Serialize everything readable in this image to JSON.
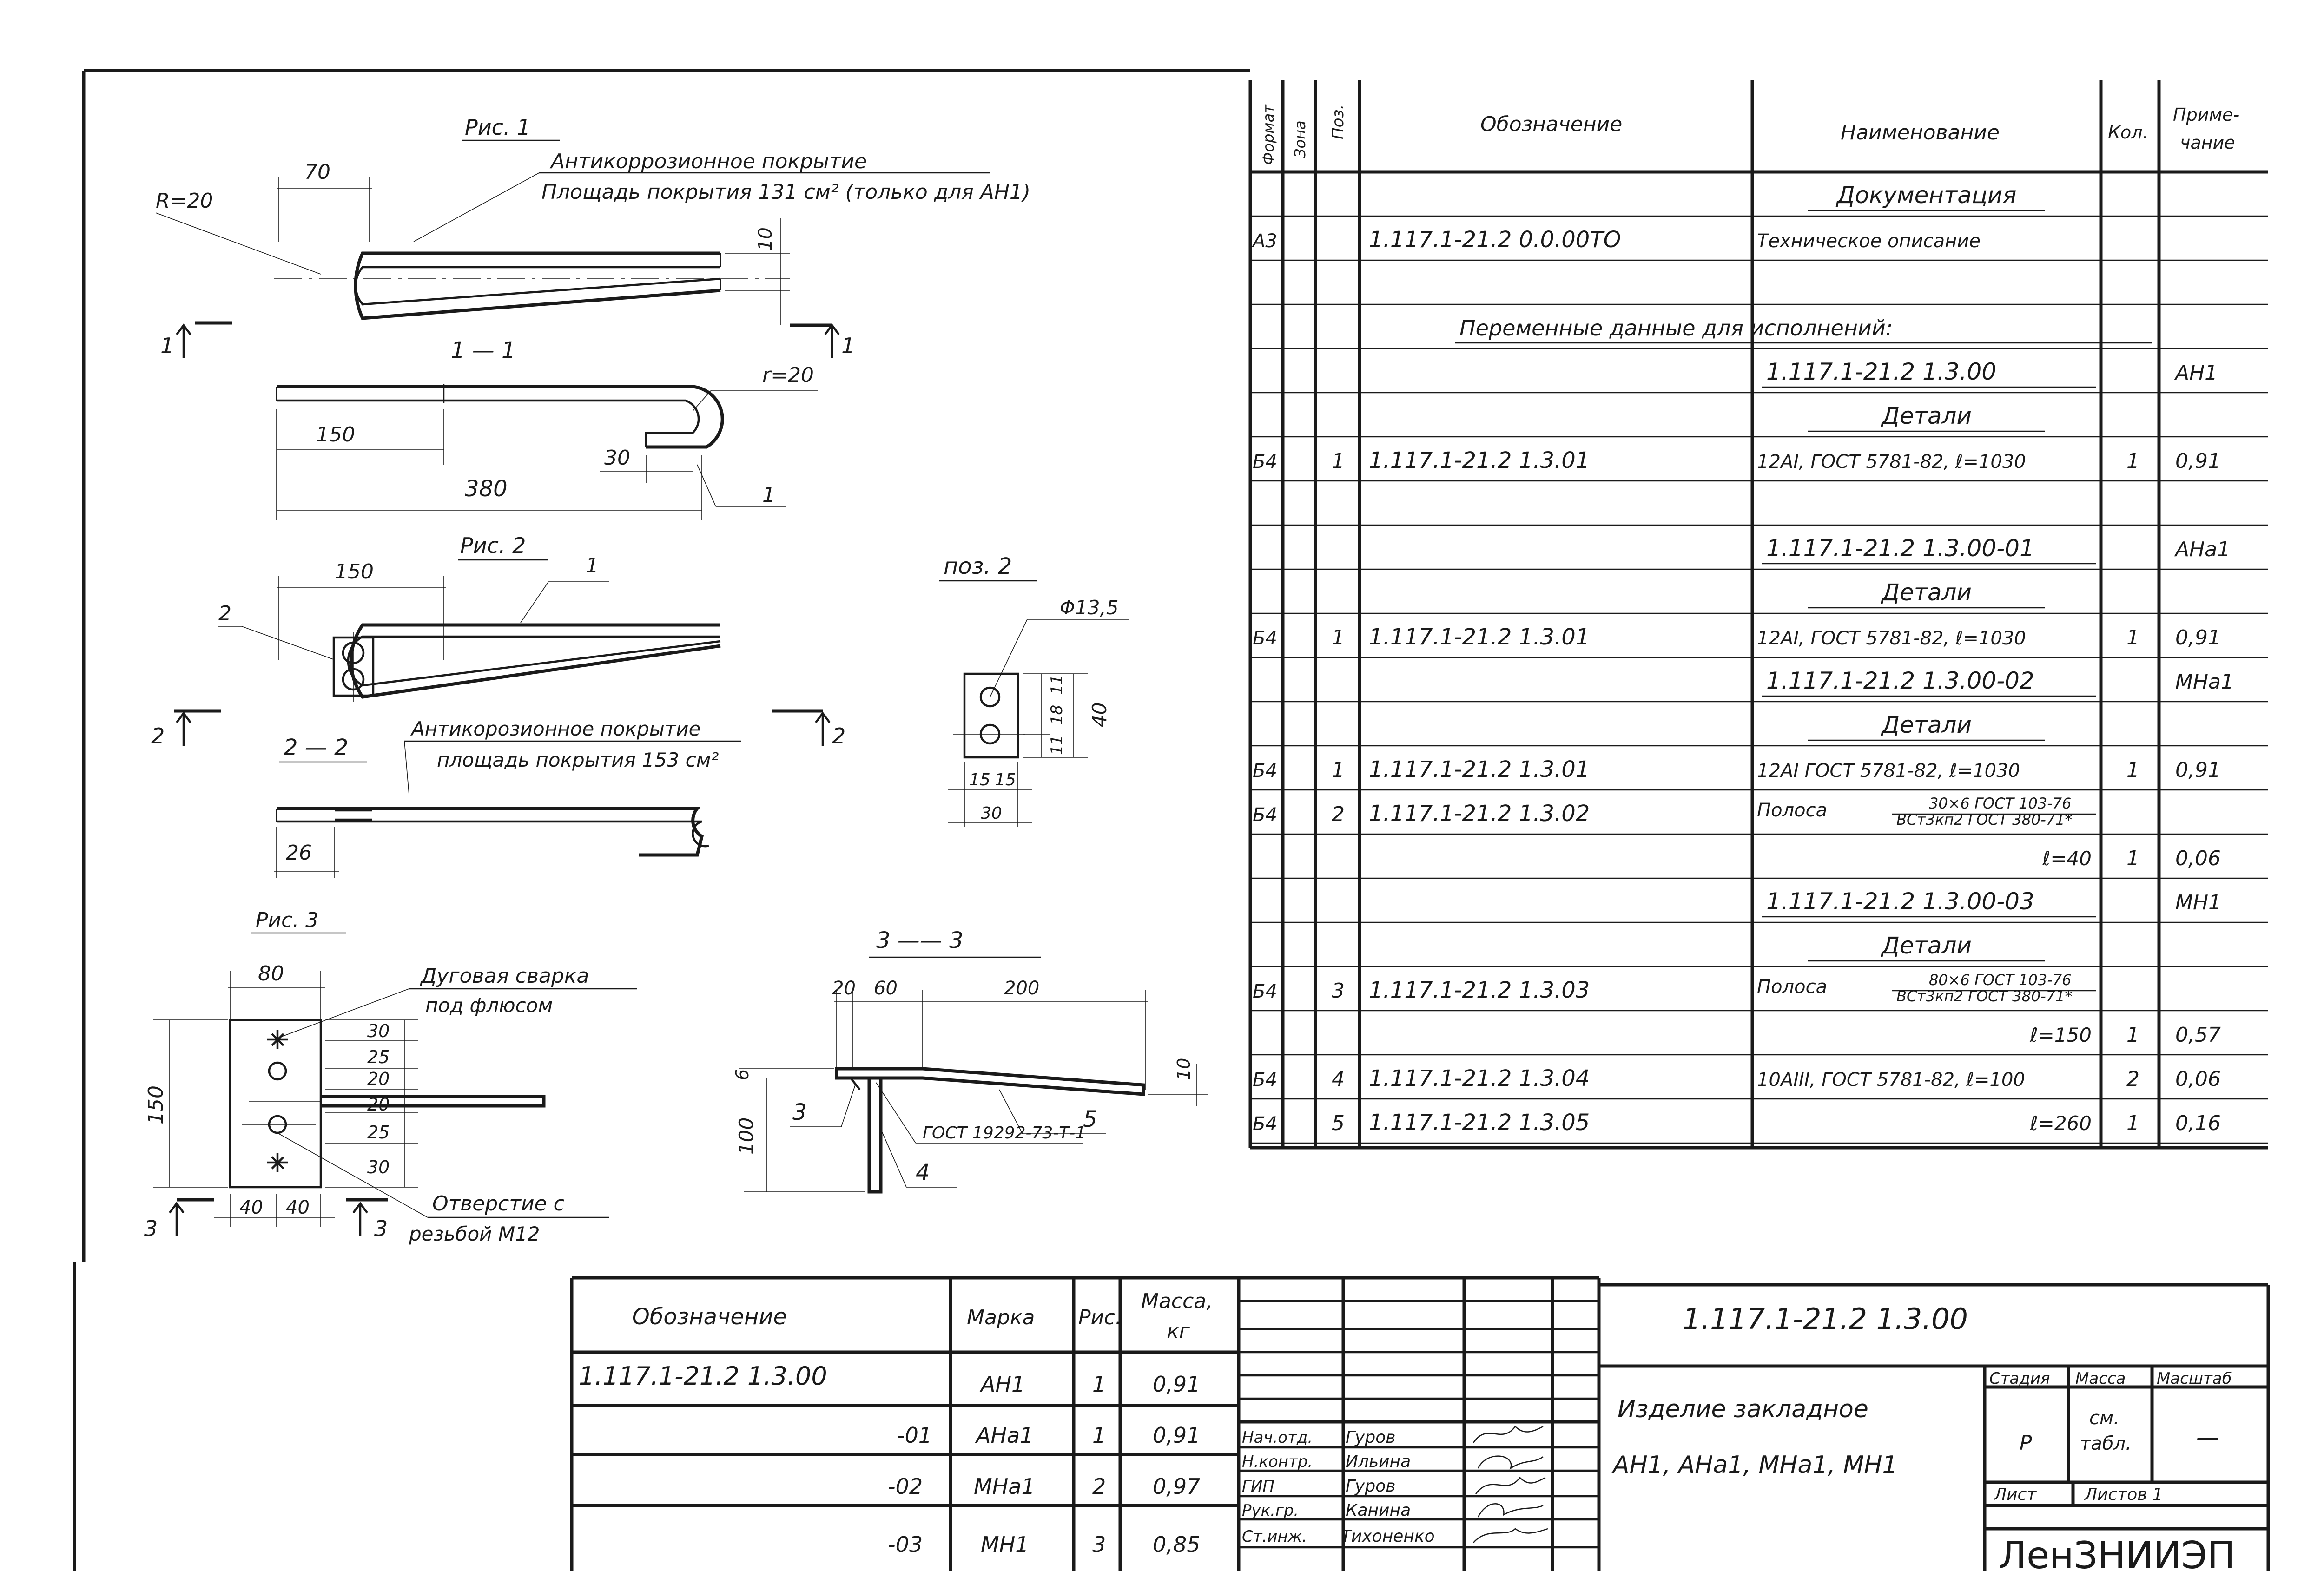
{
  "figures": {
    "fig1": {
      "title": "Рис. 1",
      "coating": "Антикоррозионное покрытие",
      "area": "Площадь покрытия 131 см² (только для АН1)",
      "r_outer": "R=20",
      "dim_70": "70",
      "dim_10": "10",
      "section": "1 — 1",
      "r_inner": "r=20",
      "dim_150": "150",
      "dim_30": "30",
      "dim_380": "380",
      "pos_1": "1",
      "mark_left": "1",
      "mark_right": "1"
    },
    "fig2": {
      "title": "Рис. 2",
      "dim_150": "150",
      "pos_1": "1",
      "pos_2": "2",
      "coating": "Антикорозионное покрытие",
      "area": "площадь покрытия 153 см²",
      "section": "2 — 2",
      "dim_26": "26",
      "mark_left": "2",
      "mark_right": "2"
    },
    "poz2": {
      "title": "поз. 2",
      "hole": "Φ13,5",
      "dims": [
        "11",
        "18",
        "11"
      ],
      "dim_40": "40",
      "dim_15a": "15",
      "dim_15b": "15",
      "dim_30": "30"
    },
    "fig3": {
      "title": "Рис. 3",
      "dim_80": "80",
      "weld": "Дуговая сварка",
      "weld2": "под флюсом",
      "dim_150": "150",
      "dims": [
        "30",
        "25",
        "20",
        "20",
        "25",
        "30"
      ],
      "hole": "Отверстие с",
      "hole2": "резьбой М12",
      "dim_40a": "40",
      "dim_40b": "40",
      "mark_left": "3",
      "mark_right": "3"
    },
    "sect3": {
      "title": "3 —— 3",
      "dim_20": "20",
      "dim_60": "60",
      "dim_200": "200",
      "dim_6": "6",
      "dim_10": "10",
      "dim_100": "100",
      "pos_3": "3",
      "pos_4": "4",
      "pos_5": "5",
      "gost": "ГОСТ 19292-73-Т-1"
    }
  },
  "spec": {
    "headers": [
      "Формат",
      "Зона",
      "Поз.",
      "Обозначение",
      "Наименование",
      "Кол.",
      "Приме-",
      "чание"
    ],
    "rows": [
      {
        "fmt": "",
        "pos": "",
        "code": "",
        "name": "Документация",
        "qty": "",
        "note": "",
        "style": "heading"
      },
      {
        "fmt": "А3",
        "pos": "",
        "code": "1.117.1-21.2  0.0.00ТО",
        "name": "Техническое описание",
        "qty": "",
        "note": ""
      },
      {
        "fmt": "",
        "pos": "",
        "code": "",
        "name": "",
        "qty": "",
        "note": ""
      },
      {
        "fmt": "",
        "pos": "",
        "code": "",
        "name": "Переменные данные для исполнений:",
        "qty": "",
        "note": "",
        "style": "wide"
      },
      {
        "fmt": "",
        "pos": "",
        "code": "",
        "name": "1.117.1-21.2  1.3.00",
        "qty": "",
        "note": "АН1",
        "style": "variant"
      },
      {
        "fmt": "",
        "pos": "",
        "code": "",
        "name": "Детали",
        "qty": "",
        "note": "",
        "style": "heading"
      },
      {
        "fmt": "Б4",
        "pos": "1",
        "code": "1.117.1-21.2  1.3.01",
        "name": "12АI, ГОСТ 5781-82, ℓ=1030",
        "qty": "1",
        "note": "0,91"
      },
      {
        "fmt": "",
        "pos": "",
        "code": "",
        "name": "",
        "qty": "",
        "note": ""
      },
      {
        "fmt": "",
        "pos": "",
        "code": "",
        "name": "1.117.1-21.2  1.3.00-01",
        "qty": "",
        "note": "АНа1",
        "style": "variant"
      },
      {
        "fmt": "",
        "pos": "",
        "code": "",
        "name": "Детали",
        "qty": "",
        "note": "",
        "style": "heading"
      },
      {
        "fmt": "Б4",
        "pos": "1",
        "code": "1.117.1-21.2  1.3.01",
        "name": "12АI, ГОСТ 5781-82, ℓ=1030",
        "qty": "1",
        "note": "0,91"
      },
      {
        "fmt": "",
        "pos": "",
        "code": "",
        "name": "1.117.1-21.2  1.3.00-02",
        "qty": "",
        "note": "МНа1",
        "style": "variant"
      },
      {
        "fmt": "",
        "pos": "",
        "code": "",
        "name": "Детали",
        "qty": "",
        "note": "",
        "style": "heading"
      },
      {
        "fmt": "Б4",
        "pos": "1",
        "code": "1.117.1-21.2  1.3.01",
        "name": "12АI ГОСТ 5781-82, ℓ=1030",
        "qty": "1",
        "note": "0,91"
      },
      {
        "fmt": "Б4",
        "pos": "2",
        "code": "1.117.1-21.2  1.3.02",
        "name": "Полоса",
        "frac_top": "30×6 ГОСТ 103-76",
        "frac_bot": "ВСт3кп2 ГОСТ 380-71*",
        "qty": "",
        "note": "",
        "style": "fraction"
      },
      {
        "fmt": "",
        "pos": "",
        "code": "",
        "name": "ℓ=40",
        "qty": "1",
        "note": "0,06",
        "style": "right"
      },
      {
        "fmt": "",
        "pos": "",
        "code": "",
        "name": "1.117.1-21.2  1.3.00-03",
        "qty": "",
        "note": "МН1",
        "style": "variant"
      },
      {
        "fmt": "",
        "pos": "",
        "code": "",
        "name": "Детали",
        "qty": "",
        "note": "",
        "style": "heading"
      },
      {
        "fmt": "Б4",
        "pos": "3",
        "code": "1.117.1-21.2  1.3.03",
        "name": "Полоса",
        "frac_top": "80×6 ГОСТ 103-76",
        "frac_bot": "ВСт3кп2 ГОСТ 380-71*",
        "qty": "",
        "note": "",
        "style": "fraction"
      },
      {
        "fmt": "",
        "pos": "",
        "code": "",
        "name": "ℓ=150",
        "qty": "1",
        "note": "0,57",
        "style": "right"
      },
      {
        "fmt": "Б4",
        "pos": "4",
        "code": "1.117.1-21.2  1.3.04",
        "name": "10АIII, ГОСТ 5781-82, ℓ=100",
        "qty": "2",
        "note": "0,06"
      },
      {
        "fmt": "Б4",
        "pos": "5",
        "code": "1.117.1-21.2  1.3.05",
        "name": "ℓ=260",
        "qty": "1",
        "note": "0,16",
        "style": "right"
      }
    ]
  },
  "variants": {
    "headers": [
      "Обозначение",
      "Марка",
      "Рис.",
      "Масса,",
      "кг"
    ],
    "rows": [
      {
        "code": "1.117.1-21.2  1.3.00",
        "mark": "АН1",
        "fig": "1",
        "mass": "0,91"
      },
      {
        "code": "-01",
        "mark": "АНа1",
        "fig": "1",
        "mass": "0,91"
      },
      {
        "code": "-02",
        "mark": "МНа1",
        "fig": "2",
        "mass": "0,97"
      },
      {
        "code": "-03",
        "mark": "МН1",
        "fig": "3",
        "mass": "0,85"
      }
    ]
  },
  "title_block": {
    "doc_code": "1.117.1-21.2  1.3.00",
    "title_line1": "Изделие закладное",
    "title_line2": "АН1, АНа1, МНа1, МН1",
    "stage_h": "Стадия",
    "mass_h": "Масса",
    "scale_h": "Масштаб",
    "stage": "Р",
    "mass_line1": "см.",
    "mass_line2": "табл.",
    "scale": "—",
    "sheet": "Лист",
    "sheets": "Листов 1",
    "org": "ЛенЗНИИЭП",
    "people": [
      {
        "role": "Нач.отд.",
        "name": "Гуров"
      },
      {
        "role": "Н.контр.",
        "name": "Ильина"
      },
      {
        "role": "ГИП",
        "name": "Гуров"
      },
      {
        "role": "Рук.гр.",
        "name": "Канина"
      },
      {
        "role": "Ст.инж.",
        "name": "Тихоненко"
      }
    ]
  }
}
